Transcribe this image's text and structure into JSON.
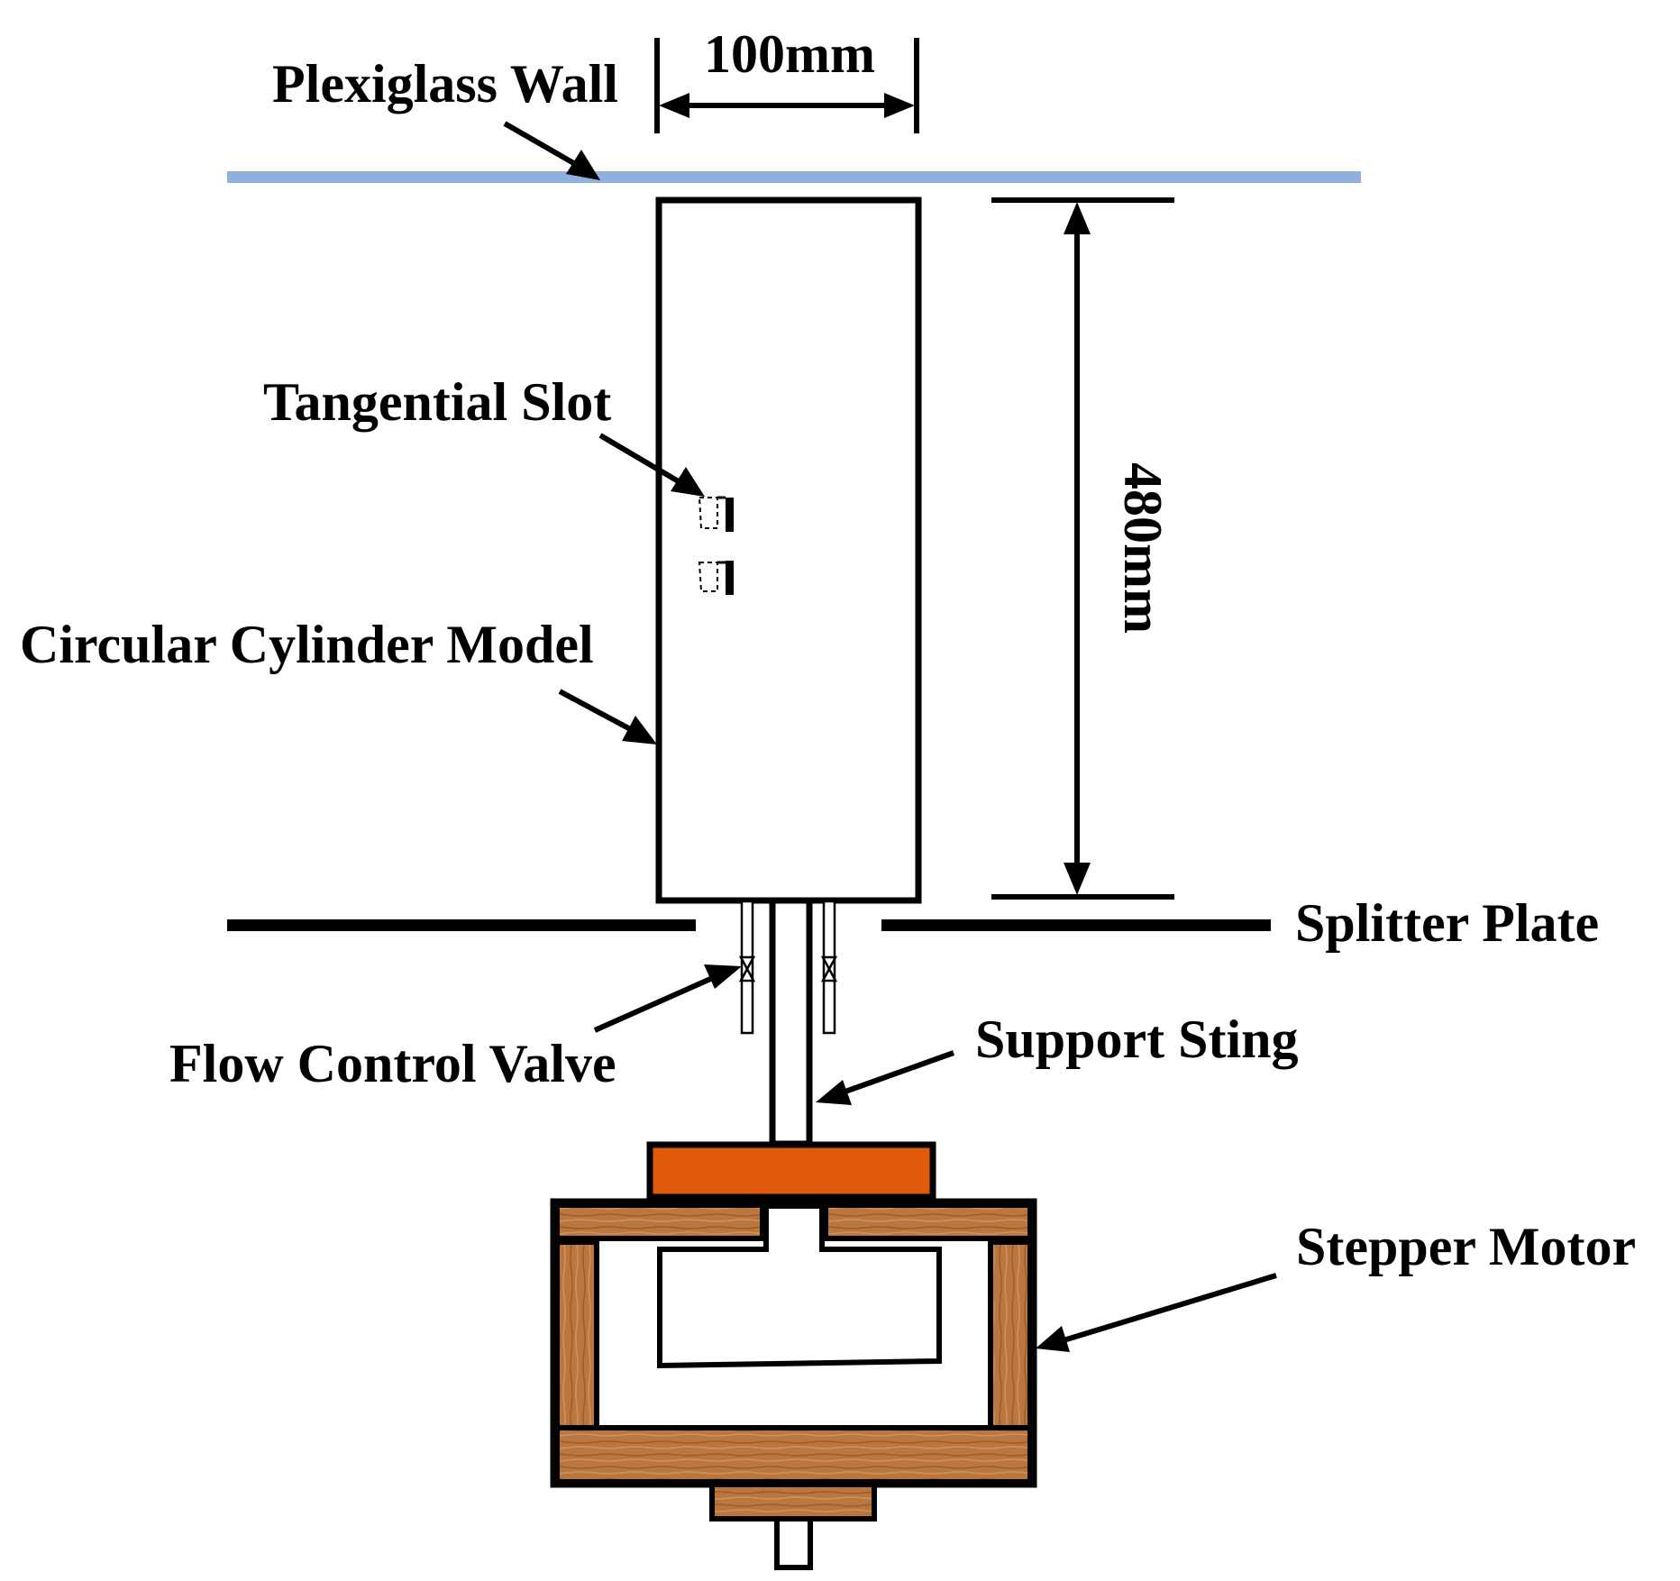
{
  "labels": {
    "plexiglass_wall": "Plexiglass Wall",
    "tangential_slot": "Tangential Slot",
    "circular_cylinder_model": "Circular Cylinder Model",
    "splitter_plate": "Splitter Plate",
    "flow_control_valve": "Flow Control Valve",
    "support_sting": "Support Sting",
    "stepper_motor": "Stepper Motor"
  },
  "dimensions": {
    "width": "100mm",
    "height": "480mm"
  },
  "colors": {
    "wall": "#8db0dc",
    "coupling": "#e05a0c",
    "motor_wood": "#b9773f",
    "wood_grain": "#8a5225",
    "line": "#000000"
  }
}
